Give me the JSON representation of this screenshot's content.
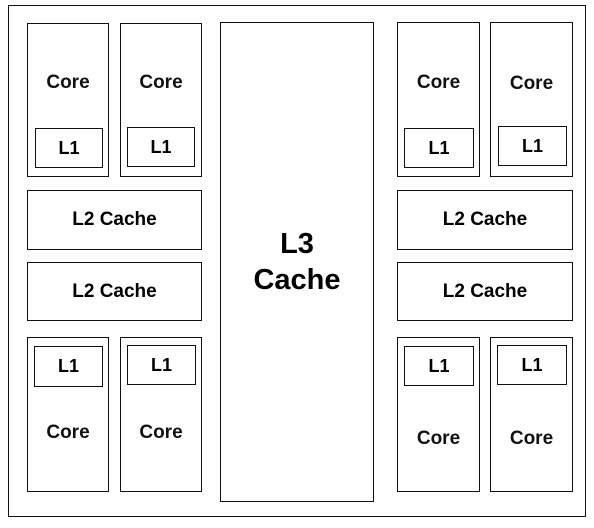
{
  "diagram": {
    "core_label": "Core",
    "l1_label": "L1",
    "l2_label": "L2 Cache",
    "l3_label": "L3\nCache"
  }
}
